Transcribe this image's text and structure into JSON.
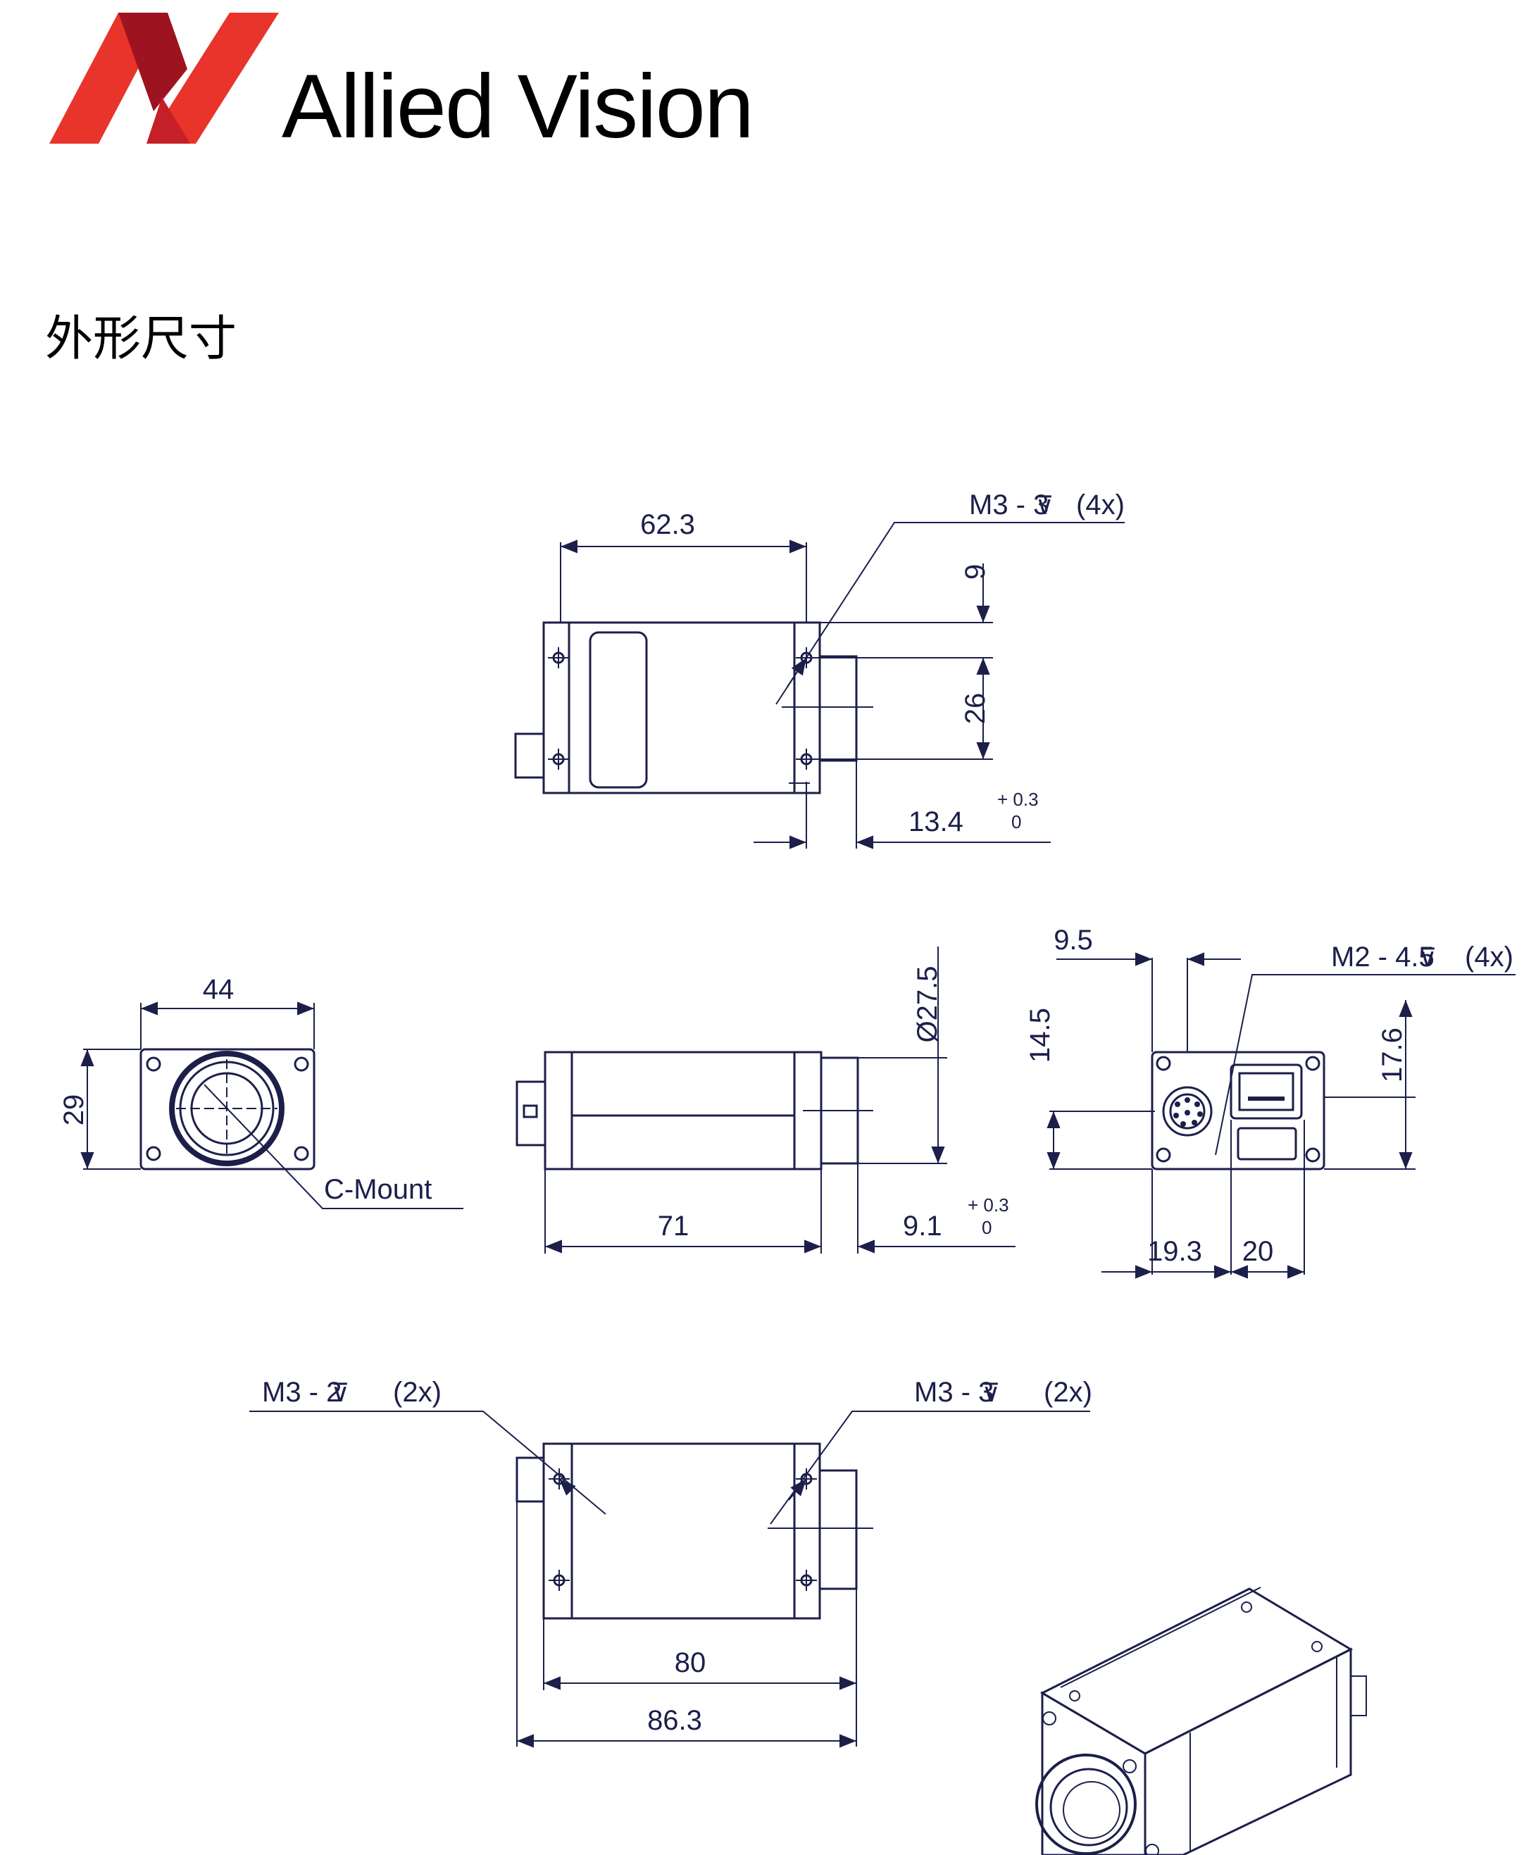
{
  "brand": {
    "name": "Allied Vision",
    "logo_colors": [
      "#e8342b",
      "#c51f27",
      "#9e1320"
    ]
  },
  "title": "外形尺寸",
  "line_color": "#1c1f4a",
  "top_view": {
    "length": "62.3",
    "thread_callout": "M3 - 3",
    "thread_count": "(4x)",
    "offset_top": "9",
    "hole_spacing": "26",
    "flange_depth": "13.4",
    "tol_plus": "+ 0.3",
    "tol_minus": "0"
  },
  "front_view": {
    "width": "44",
    "height": "29",
    "mount": "C-Mount"
  },
  "side_view": {
    "mount_diameter": "Ø27.5",
    "body_length": "71",
    "flange_depth": "9.1",
    "tol_plus": "+ 0.3",
    "tol_minus": "0"
  },
  "rear_view": {
    "offset_x": "9.5",
    "thread_callout": "M2 - 4.5",
    "thread_count": "(4x)",
    "offset_y": "14.5",
    "hole_height": "17.6",
    "connector_offset": "19.3",
    "connector_width": "20"
  },
  "bottom_view": {
    "left_thread_callout": "M3 - 2",
    "left_thread_count": "(2x)",
    "right_thread_callout": "M3 - 3",
    "right_thread_count": "(2x)",
    "body_length": "80",
    "total_length": "86.3"
  }
}
